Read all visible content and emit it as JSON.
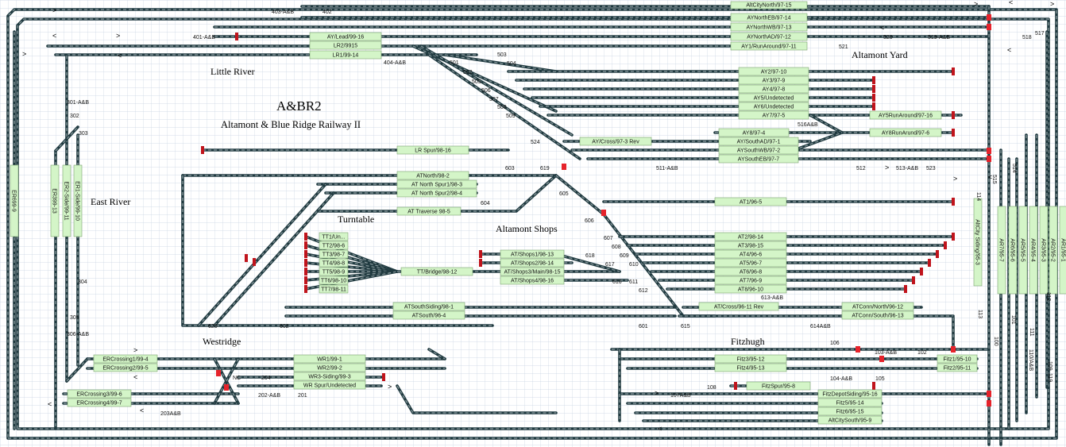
{
  "titles": {
    "main": "A&BR2",
    "subtitle": "Altamont & Blue Ridge Railway II"
  },
  "places": [
    {
      "id": "little-river",
      "text": "Little River"
    },
    {
      "id": "east-river",
      "text": "East River"
    },
    {
      "id": "turntable",
      "text": "Turntable"
    },
    {
      "id": "altamont-shops",
      "text": "Altamont Shops"
    },
    {
      "id": "westridge",
      "text": "Westridge"
    },
    {
      "id": "fitzhugh",
      "text": "Fitzhugh"
    },
    {
      "id": "altamont-yard",
      "text": "Altamont Yard"
    }
  ],
  "blocks": [
    {
      "id": "b01",
      "text": "AltCityNorth/97-15"
    },
    {
      "id": "b02",
      "text": "AYNorthEB/97-14"
    },
    {
      "id": "b03",
      "text": "AYNorthWB/97-13"
    },
    {
      "id": "b04",
      "text": "AYNorthAD/97-12"
    },
    {
      "id": "b05",
      "text": "AY1/RunAround/97-11"
    },
    {
      "id": "b06",
      "text": "AY/Lead/99-16"
    },
    {
      "id": "b07",
      "text": "LR2/9915"
    },
    {
      "id": "b08",
      "text": "LR1/99-14"
    },
    {
      "id": "b09",
      "text": "AY2/97-10"
    },
    {
      "id": "b10",
      "text": "AY3/97-9"
    },
    {
      "id": "b11",
      "text": "AY4/97-8"
    },
    {
      "id": "b12",
      "text": "AY5/Undetected"
    },
    {
      "id": "b13",
      "text": "AY6/Undetected"
    },
    {
      "id": "b14",
      "text": "AY7/97-5"
    },
    {
      "id": "b15",
      "text": "AY5RunAround/97-16"
    },
    {
      "id": "b16",
      "text": "AY8/97-4"
    },
    {
      "id": "b17",
      "text": "AY8RunArund/97-6"
    },
    {
      "id": "b18",
      "text": "AY/Cross/97-3 Rev"
    },
    {
      "id": "b19",
      "text": "AY/SouthAD/97-1"
    },
    {
      "id": "b20",
      "text": "AYSouthWB/97-2"
    },
    {
      "id": "b21",
      "text": "AYSouthEB/97-7"
    },
    {
      "id": "b22",
      "text": "LR Spur/98-16"
    },
    {
      "id": "b23",
      "text": "ATNorth/98-2"
    },
    {
      "id": "b24",
      "text": "AT North Spur1/98-3"
    },
    {
      "id": "b25",
      "text": "AT North Spur2/98-4"
    },
    {
      "id": "b26",
      "text": "AT Traverse 98-5"
    },
    {
      "id": "b27",
      "text": "AT1/96-5"
    },
    {
      "id": "b28",
      "text": "TT1/Un..."
    },
    {
      "id": "b29",
      "text": "TT2/98-6"
    },
    {
      "id": "b30",
      "text": "TT3/98-7"
    },
    {
      "id": "b31",
      "text": "TT4/98-8"
    },
    {
      "id": "b32",
      "text": "TT5/98-9"
    },
    {
      "id": "b33",
      "text": "TT6/98-10"
    },
    {
      "id": "b34",
      "text": "TT7/98-11"
    },
    {
      "id": "b35",
      "text": "TT/Bridge/98-12"
    },
    {
      "id": "b36",
      "text": "AT/Shops1/98-13"
    },
    {
      "id": "b37",
      "text": "AT/Shops2/98-14"
    },
    {
      "id": "b38",
      "text": "AT/Shops3/Main/98-15"
    },
    {
      "id": "b39",
      "text": "AT/Shops4/98-16"
    },
    {
      "id": "b40",
      "text": "AT2/98-14"
    },
    {
      "id": "b41",
      "text": "AT3/98-15"
    },
    {
      "id": "b42",
      "text": "AT4/96-6"
    },
    {
      "id": "b43",
      "text": "AT5/96-7"
    },
    {
      "id": "b44",
      "text": "AT6/96-8"
    },
    {
      "id": "b45",
      "text": "AT7/96-9"
    },
    {
      "id": "b46",
      "text": "AT8/96-10"
    },
    {
      "id": "b47",
      "text": "AT/Cross/96-11 Rev"
    },
    {
      "id": "b48",
      "text": "ATConn/North/96-12"
    },
    {
      "id": "b49",
      "text": "ATConn/South/96-13"
    },
    {
      "id": "b50",
      "text": "ATSouthSiding/98-1"
    },
    {
      "id": "b51",
      "text": "ATSouth/96-4"
    },
    {
      "id": "b52",
      "text": "ERCrossing1/99-4"
    },
    {
      "id": "b53",
      "text": "ERCrossing2/99-5"
    },
    {
      "id": "b54",
      "text": "ERCrossing3/99-6"
    },
    {
      "id": "b55",
      "text": "ERCrossing4/99-7"
    },
    {
      "id": "b56",
      "text": "WR1/99-1"
    },
    {
      "id": "b57",
      "text": "WR2/99-2"
    },
    {
      "id": "b58",
      "text": "WR3-Siding/99-3"
    },
    {
      "id": "b59",
      "text": "WR Spur/Undetected"
    },
    {
      "id": "b60",
      "text": "Fitz3/95-12"
    },
    {
      "id": "b61",
      "text": "Fitz4/95-13"
    },
    {
      "id": "b62",
      "text": "Fitz1/95-10"
    },
    {
      "id": "b63",
      "text": "Fitz2/95-11"
    },
    {
      "id": "b64",
      "text": "FitzSpur/95-8"
    },
    {
      "id": "b65",
      "text": "FitzDepotSiding/95-16"
    },
    {
      "id": "b66",
      "text": "Fitz5/95-14"
    },
    {
      "id": "b67",
      "text": "Fitz6/95-15"
    },
    {
      "id": "b68",
      "text": "AltCitySouth/95-9"
    },
    {
      "id": "b69",
      "text": "ER699-9"
    },
    {
      "id": "b70",
      "text": "ER399-13"
    },
    {
      "id": "b71",
      "text": "ER2-Side/99-11"
    },
    {
      "id": "b72",
      "text": "ER1-Side/99-10"
    },
    {
      "id": "b73",
      "text": "AltCity Siding/95-3"
    },
    {
      "id": "b74",
      "text": "AR7/95-7"
    },
    {
      "id": "b75",
      "text": "AR6/95-6"
    },
    {
      "id": "b76",
      "text": "AR5/95-5"
    },
    {
      "id": "b77",
      "text": "AR4/95-4"
    },
    {
      "id": "b78",
      "text": "AR3/95-3"
    },
    {
      "id": "b79",
      "text": "AR2/95-2"
    },
    {
      "id": "b80",
      "text": "AR1/95-1"
    }
  ],
  "labels": [
    {
      "id": "l01",
      "text": "403-A&B"
    },
    {
      "id": "l02",
      "text": "402"
    },
    {
      "id": "l03",
      "text": "401-A&B"
    },
    {
      "id": "l04",
      "text": "404-A&B"
    },
    {
      "id": "l05",
      "text": "501"
    },
    {
      "id": "l06",
      "text": "502"
    },
    {
      "id": "l07",
      "text": "503"
    },
    {
      "id": "l08",
      "text": "504"
    },
    {
      "id": "l09",
      "text": "505"
    },
    {
      "id": "l10",
      "text": "506"
    },
    {
      "id": "l11",
      "text": "507"
    },
    {
      "id": "l12",
      "text": "508"
    },
    {
      "id": "l13",
      "text": "509"
    },
    {
      "id": "l14",
      "text": "520"
    },
    {
      "id": "l15",
      "text": "521"
    },
    {
      "id": "l16",
      "text": "519-A&B"
    },
    {
      "id": "l17",
      "text": "518"
    },
    {
      "id": "l18",
      "text": "517"
    },
    {
      "id": "l19",
      "text": "516A&B"
    },
    {
      "id": "l20",
      "text": "524"
    },
    {
      "id": "l21",
      "text": "511-A&B"
    },
    {
      "id": "l22",
      "text": "512"
    },
    {
      "id": "l23",
      "text": "513-A&B"
    },
    {
      "id": "l24",
      "text": "523"
    },
    {
      "id": "l25",
      "text": "515"
    },
    {
      "id": "l26",
      "text": "514"
    },
    {
      "id": "l27",
      "text": "114"
    },
    {
      "id": "l28",
      "text": "603"
    },
    {
      "id": "l29",
      "text": "619"
    },
    {
      "id": "l30",
      "text": "604"
    },
    {
      "id": "l31",
      "text": "605"
    },
    {
      "id": "l32",
      "text": "606"
    },
    {
      "id": "l33",
      "text": "607"
    },
    {
      "id": "l34",
      "text": "608"
    },
    {
      "id": "l35",
      "text": "609"
    },
    {
      "id": "l36",
      "text": "610"
    },
    {
      "id": "l37",
      "text": "611"
    },
    {
      "id": "l38",
      "text": "612"
    },
    {
      "id": "l39",
      "text": "616"
    },
    {
      "id": "l40",
      "text": "617"
    },
    {
      "id": "l41",
      "text": "618"
    },
    {
      "id": "l42",
      "text": "613-A&B"
    },
    {
      "id": "l43",
      "text": "614A&B"
    },
    {
      "id": "l44",
      "text": "615"
    },
    {
      "id": "l45",
      "text": "601"
    },
    {
      "id": "l46",
      "text": "602"
    },
    {
      "id": "l47",
      "text": "620"
    },
    {
      "id": "l48",
      "text": "301-A&B"
    },
    {
      "id": "l49",
      "text": "302"
    },
    {
      "id": "l50",
      "text": "303"
    },
    {
      "id": "l51",
      "text": "304"
    },
    {
      "id": "l52",
      "text": "305"
    },
    {
      "id": "l53",
      "text": "306-A&B"
    },
    {
      "id": "l54",
      "text": "204"
    },
    {
      "id": "l55",
      "text": "NC"
    },
    {
      "id": "l56",
      "text": "202-A&B"
    },
    {
      "id": "l57",
      "text": "201"
    },
    {
      "id": "l58",
      "text": "203A&B"
    },
    {
      "id": "l59",
      "text": "106"
    },
    {
      "id": "l60",
      "text": "103-A&B"
    },
    {
      "id": "l61",
      "text": "102"
    },
    {
      "id": "l62",
      "text": "104-A&B"
    },
    {
      "id": "l63",
      "text": "105"
    },
    {
      "id": "l64",
      "text": "108"
    },
    {
      "id": "l65",
      "text": "107A&B"
    },
    {
      "id": "l66",
      "text": "113"
    },
    {
      "id": "l67",
      "text": "100"
    },
    {
      "id": "l68",
      "text": "101"
    },
    {
      "id": "l69",
      "text": "111"
    },
    {
      "id": "l70",
      "text": "110/A&B"
    },
    {
      "id": "l71",
      "text": "109"
    },
    {
      "id": "l72",
      "text": "112"
    },
    {
      "id": "l73",
      "text": "119"
    }
  ],
  "arrows": [
    {
      "id": "a01",
      "text": ">"
    },
    {
      "id": "a02",
      "text": "<"
    },
    {
      "id": "a03",
      "text": ">"
    },
    {
      "id": "a04",
      "text": "<"
    },
    {
      "id": "a05",
      "text": ">"
    },
    {
      "id": "a06",
      "text": "<"
    },
    {
      "id": "a07",
      "text": ">"
    },
    {
      "id": "a08",
      "text": "<"
    },
    {
      "id": "a09",
      "text": "<"
    },
    {
      "id": "a10",
      "text": "<"
    },
    {
      "id": "a11",
      "text": ">"
    },
    {
      "id": "a12",
      "text": ">"
    },
    {
      "id": "a13",
      "text": "<"
    },
    {
      "id": "a14",
      "text": ">"
    },
    {
      "id": "a15",
      "text": ">"
    },
    {
      "id": "a16",
      "text": "<"
    },
    {
      "id": "a17",
      "text": ">"
    },
    {
      "id": "a18",
      "text": "<"
    },
    {
      "id": "a19",
      "text": ">"
    },
    {
      "id": "a20",
      "text": "<"
    }
  ],
  "colors": {
    "track": "#203a40",
    "track_inner": "#8a9b9e",
    "block_fill": "#d4f5c8",
    "block_border": "#7aa06f",
    "bumper": "#c0141c",
    "grid": "#c7d4e2",
    "turnout": "#e6232b"
  }
}
